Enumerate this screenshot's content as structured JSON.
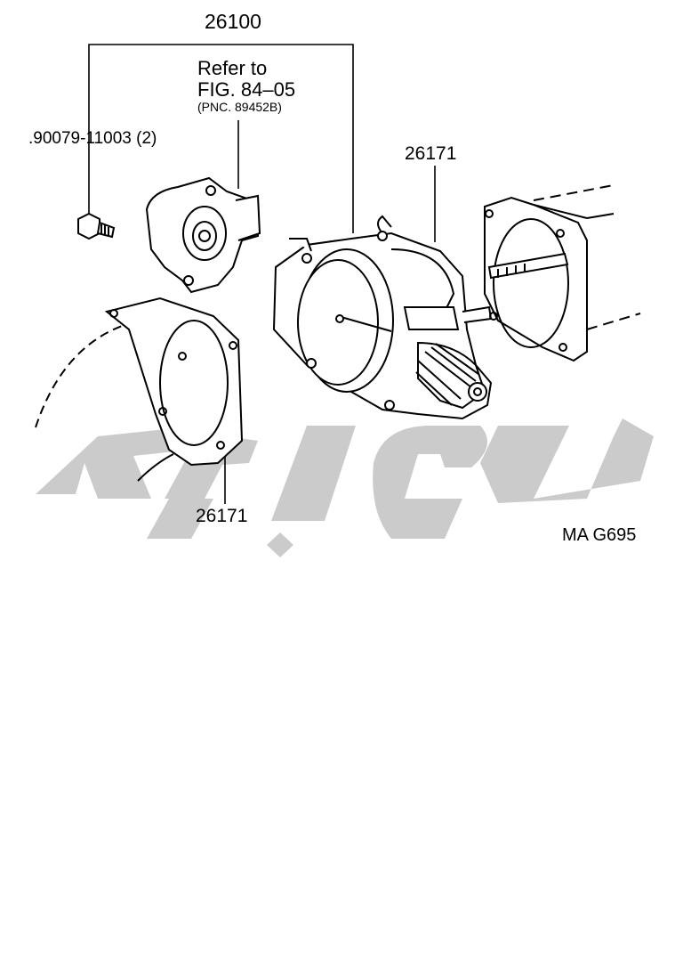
{
  "labels": {
    "assembly": "26100",
    "refer_line1": "Refer to",
    "refer_line2": "FIG. 84–05",
    "refer_line3": "(PNC. 89452B)",
    "bolt": ".90079-11003 (2)",
    "gasket_upper": "26171",
    "gasket_lower": "26171",
    "figure_code": "MA G695"
  },
  "watermark": {
    "color": "#c8c8c8"
  }
}
